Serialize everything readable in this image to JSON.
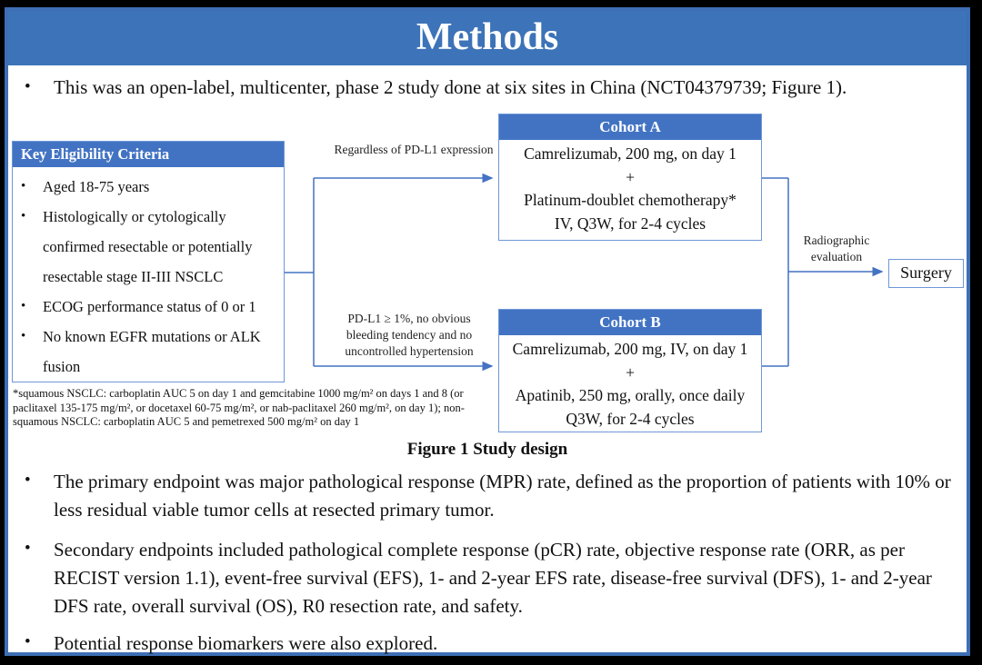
{
  "slide": {
    "title": "Methods",
    "intro_bullet": "This was an open-label, multicenter, phase 2 study done at six sites in China (NCT04379739; Figure 1).",
    "colors": {
      "banner_blue": "#3d73b8",
      "box_header_blue": "#4273c3",
      "connector_blue": "#4472c4",
      "slide_border_blue": "#3e6fb5",
      "box_border_blue": "#6f97d7"
    }
  },
  "figure": {
    "caption": "Figure 1 Study design",
    "eligibility": {
      "header": "Key Eligibility Criteria",
      "items": [
        "Aged 18-75 years",
        "Histologically or cytologically confirmed resectable or potentially resectable stage II-III NSCLC",
        "ECOG performance status of 0 or 1",
        "No known EGFR mutations or ALK fusion"
      ]
    },
    "branch_a_label": "Regardless of PD-L1 expression",
    "branch_b_label": "PD-L1 ≥ 1%, no obvious bleeding tendency and no uncontrolled hypertension",
    "cohort_a": {
      "header": "Cohort A",
      "lines": [
        "Camrelizumab, 200 mg, on day 1",
        "+",
        "Platinum-doublet chemotherapy*",
        "IV, Q3W, for 2-4 cycles"
      ]
    },
    "cohort_b": {
      "header": "Cohort B",
      "lines": [
        "Camrelizumab, 200 mg, IV, on day 1",
        "+",
        "Apatinib, 250 mg, orally, once daily",
        "Q3W, for 2-4 cycles"
      ]
    },
    "evaluation_label": "Radiographic evaluation",
    "surgery_label": "Surgery",
    "footnote": "*squamous NSCLC: carboplatin AUC 5 on day 1 and gemcitabine 1000 mg/m² on days 1 and 8 (or paclitaxel 135-175 mg/m², or docetaxel 60-75 mg/m², or nab-paclitaxel 260 mg/m², on day 1); non-squamous NSCLC: carboplatin AUC 5 and pemetrexed 500 mg/m² on day 1"
  },
  "bullets": [
    "The primary endpoint was major pathological response (MPR) rate, defined as the proportion of patients with 10% or less residual viable tumor cells at resected primary tumor.",
    "Secondary endpoints included pathological complete response (pCR) rate, objective response rate (ORR, as per RECIST version 1.1), event-free survival (EFS), 1- and 2-year EFS rate, disease-free survival (DFS), 1- and 2-year DFS rate, overall survival (OS), R0 resection rate, and safety.",
    "Potential response biomarkers were also explored."
  ],
  "glyphs": {
    "bullet": "•"
  }
}
